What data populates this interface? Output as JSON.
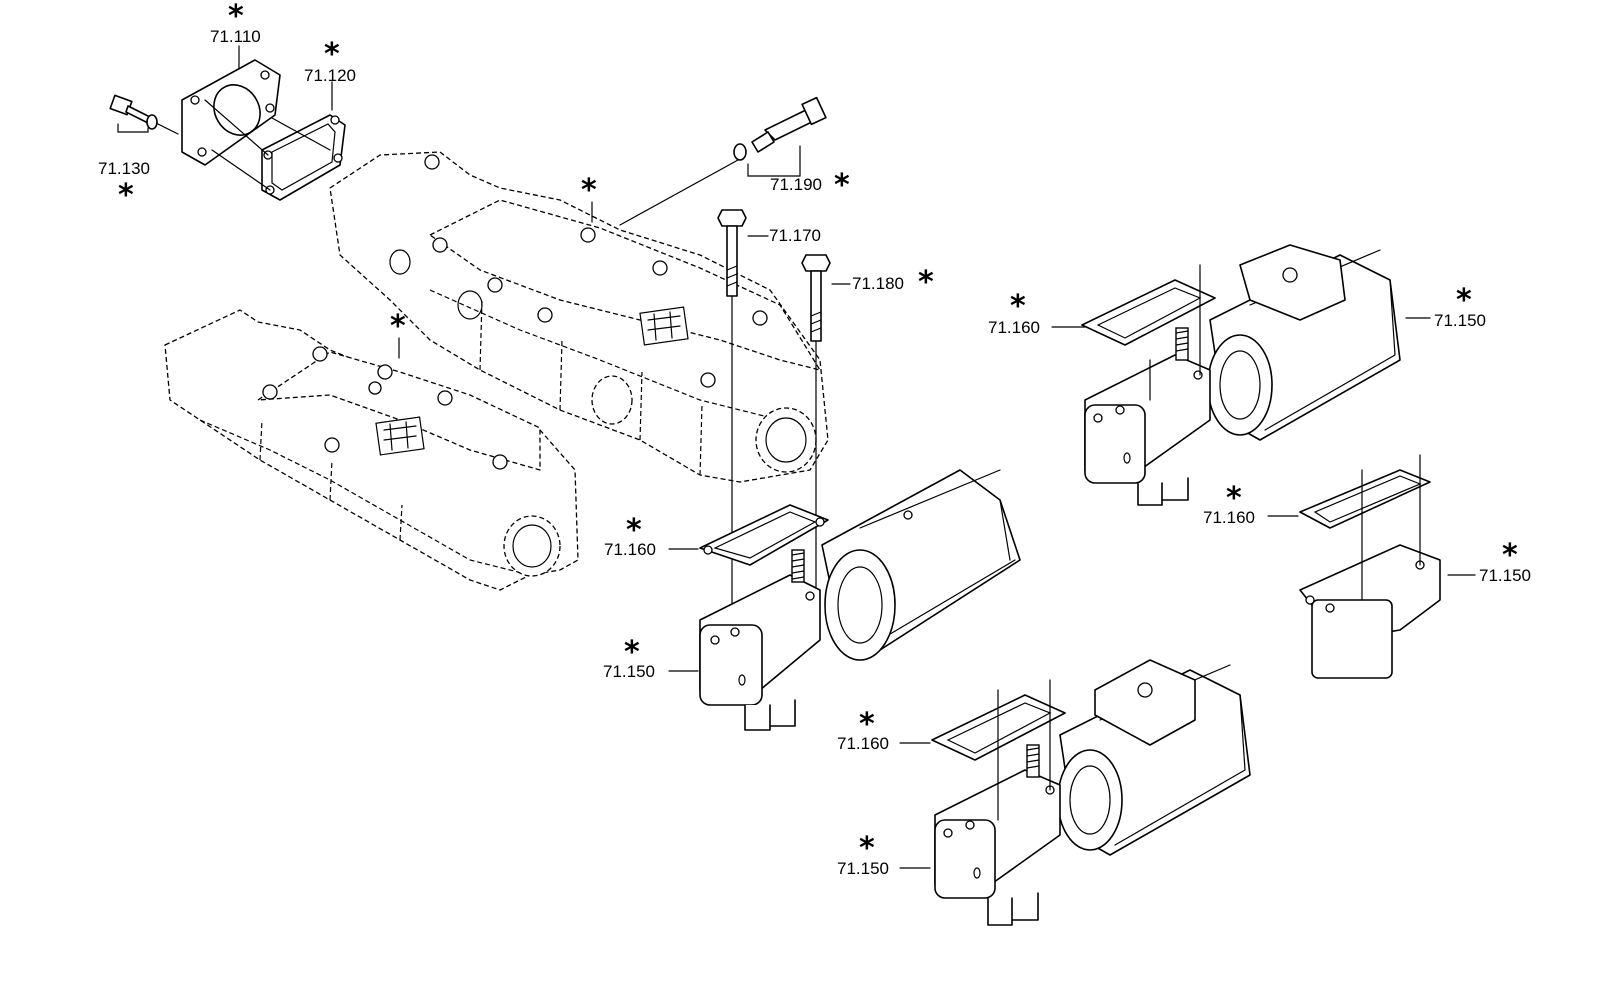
{
  "diagram": {
    "callouts": {
      "c110": {
        "text": "71.110",
        "marker": "*"
      },
      "c120": {
        "text": "71.120",
        "marker": "*"
      },
      "c130": {
        "text": "71.130",
        "marker": "*"
      },
      "c190": {
        "text": "71.190",
        "marker": "*"
      },
      "c170": {
        "text": "71.170"
      },
      "c180": {
        "text": "71.180",
        "marker": "*"
      },
      "c160a": {
        "text": "71.160",
        "marker": "*"
      },
      "c150a": {
        "text": "71.150",
        "marker": "*"
      },
      "c160b": {
        "text": "71.160",
        "marker": "*"
      },
      "c150b": {
        "text": "71.150",
        "marker": "*"
      },
      "c160c": {
        "text": "71.160",
        "marker": "*"
      },
      "c150c": {
        "text": "71.150",
        "marker": "*"
      },
      "c160d": {
        "text": "71.160",
        "marker": "*"
      },
      "c150d": {
        "text": "71.150",
        "marker": "*"
      }
    },
    "standalone_markers": {
      "housing_upper": "*",
      "housing_lower": "*"
    }
  }
}
